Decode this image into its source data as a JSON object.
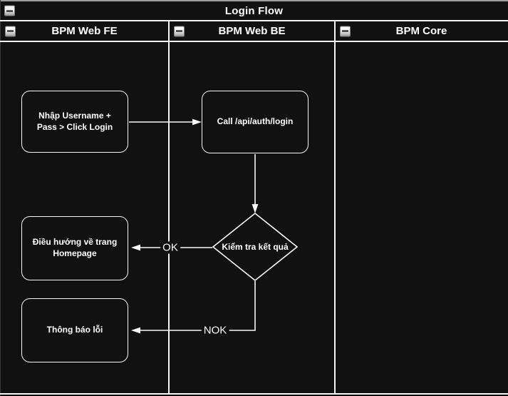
{
  "diagram": {
    "title": "Login Flow"
  },
  "lanes": [
    {
      "label": "BPM Web FE"
    },
    {
      "label": "BPM Web BE"
    },
    {
      "label": "BPM Core"
    }
  ],
  "nodes": {
    "input_credentials": {
      "label": "Nhập Username + Pass > Click Login",
      "shape": "rounded-rectangle",
      "lane": "BPM Web FE"
    },
    "call_login_api": {
      "label": "Call /api/auth/login",
      "shape": "rounded-rectangle",
      "lane": "BPM Web BE"
    },
    "check_result": {
      "label": "Kiểm tra kết quả",
      "shape": "decision-diamond",
      "lane": "BPM Web BE"
    },
    "redirect_homepage": {
      "label": "Điều hướng về trang Homepage",
      "shape": "rounded-rectangle",
      "lane": "BPM Web FE"
    },
    "show_error": {
      "label": "Thông báo lỗi",
      "shape": "rounded-rectangle",
      "lane": "BPM Web FE"
    }
  },
  "edges": {
    "input_to_call": {
      "from": "input_credentials",
      "to": "call_login_api",
      "label": ""
    },
    "call_to_check": {
      "from": "call_login_api",
      "to": "check_result",
      "label": ""
    },
    "check_to_homepage": {
      "from": "check_result",
      "to": "redirect_homepage",
      "label": "OK"
    },
    "check_to_error": {
      "from": "check_result",
      "to": "show_error",
      "label": "NOK"
    }
  },
  "icons": {
    "collapse": "minus"
  },
  "colors": {
    "background": "#111111",
    "line": "#f5f5f5",
    "text": "#ffffff",
    "outer_border_top": "#9e9e9e",
    "collapse_button": "#ececec"
  }
}
